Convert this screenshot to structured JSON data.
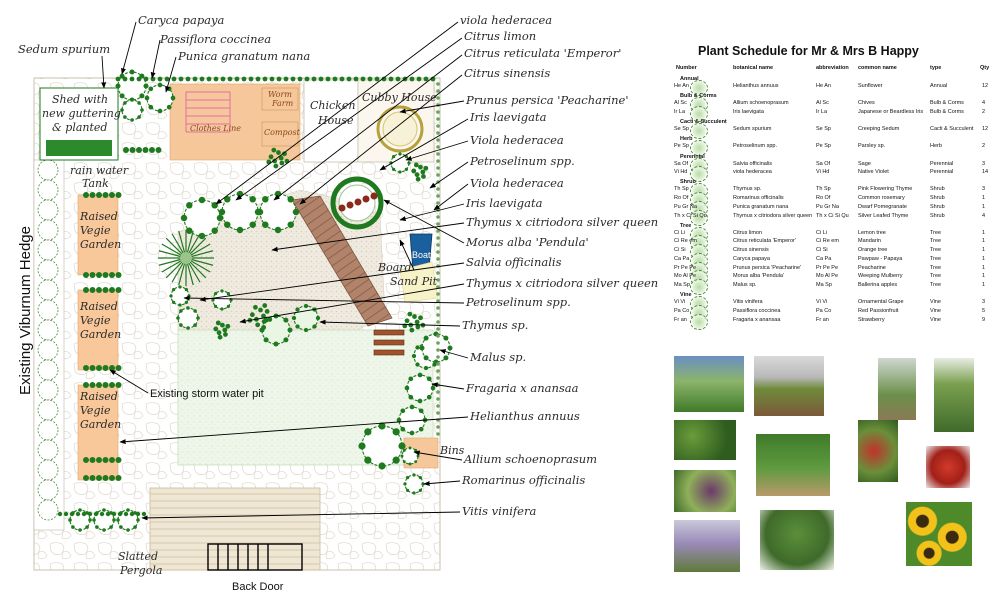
{
  "plan": {
    "labels": {
      "carica": "Caryca papaya",
      "passiflora": "Passiflora coccinea",
      "punica": "Punica granatum nana",
      "sedum": "Sedum spurium",
      "viola1": "viola hederacea",
      "citrus_limon": "Citrus limon",
      "citrus_ret": "Citrus reticulata 'Emperor'",
      "citrus_sin": "Citrus sinensis",
      "prunus": "Prunus persica 'Peacharine'",
      "iris1": "Iris laevigata",
      "viola2": "Viola hederacea",
      "petro1": "Petroselinum spp.",
      "viola3": "Viola hederacea",
      "iris2": "Iris laevigata",
      "thymus1": "Thymus x citriodora silver queen",
      "morus": "Morus alba 'Pendula'",
      "salvia": "Salvia officinalis",
      "thymus2": "Thymus x citriodora silver queen",
      "petro2": "Petroselinum spp.",
      "thymus_sp": "Thymus sp.",
      "malus": "Malus sp.",
      "fragaria": "Fragaria x anansaa",
      "helianthus": "Helianthus annuus",
      "allium": "Allium schoenoprasum",
      "rosmarinus": "Romarinus officinalis",
      "vitis": "Vitis vinifera",
      "shed": "Shed with new guttering & planted",
      "rain": "rain water Tank",
      "vegie1": "Raised Vegie Garden",
      "vegie2": "Raised Vegie Garden",
      "vegie3": "Raised Vegie Garden",
      "hedge": "Existing Viburnum Hedge",
      "storm": "Existing storm water pit",
      "chicken": "Chicken House",
      "cubby": "Cubby House",
      "worm": "Worm Farm",
      "clothes": "Clothes Line",
      "compost": "Compost",
      "boat": "Boat",
      "boardwalk": "Board Sand Pit",
      "bins": "Bins",
      "pergola": "Slatted Pergola",
      "backdoor": "Back Door"
    }
  },
  "schedule": {
    "title": "Plant Schedule for Mr & Mrs B Happy",
    "headers": [
      "Number",
      "botanical name",
      "abbreviation",
      "common name",
      "type",
      "Qty"
    ],
    "groups": [
      {
        "name": "Annual",
        "rows": [
          {
            "num": "He An",
            "botanical": "Helianthus annuus",
            "abbr": "He An",
            "common": "Sunflower",
            "type": "Annual",
            "qty": "12"
          }
        ]
      },
      {
        "name": "Bulb & Corms",
        "rows": [
          {
            "num": "Al Sc",
            "botanical": "Allium schoenoprasum",
            "abbr": "Al Sc",
            "common": "Chives",
            "type": "Bulb & Corms",
            "qty": "4"
          },
          {
            "num": "Ir La",
            "botanical": "Iris laevigata",
            "abbr": "Ir La",
            "common": "Japanese or Beardless Iris",
            "type": "Bulb & Corms",
            "qty": "2"
          }
        ]
      },
      {
        "name": "Cacti & Succulent",
        "rows": [
          {
            "num": "Se Sp",
            "botanical": "Sedum spurium",
            "abbr": "Se Sp",
            "common": "Creeping Sedum",
            "type": "Cacti & Succulent",
            "qty": "12"
          }
        ]
      },
      {
        "name": "Herb",
        "rows": [
          {
            "num": "Pe Sp",
            "botanical": "Petroselinum spp.",
            "abbr": "Pe Sp",
            "common": "Parsley sp.",
            "type": "Herb",
            "qty": "2"
          }
        ]
      },
      {
        "name": "Perennial",
        "rows": [
          {
            "num": "Sa Of",
            "botanical": "Salvia officinalis",
            "abbr": "Sa Of",
            "common": "Sage",
            "type": "Perennial",
            "qty": "3"
          },
          {
            "num": "Vi Hd",
            "botanical": "viola hederacea",
            "abbr": "Vi Hd",
            "common": "Native Violet",
            "type": "Perennial",
            "qty": "14"
          }
        ]
      },
      {
        "name": "Shrub",
        "rows": [
          {
            "num": "Th Sp",
            "botanical": "Thymus sp.",
            "abbr": "Th Sp",
            "common": "Pink Flowering Thyme",
            "type": "Shrub",
            "qty": "3"
          },
          {
            "num": "Ro Of",
            "botanical": "Romarinus officinalis",
            "abbr": "Ro Of",
            "common": "Common rosemary",
            "type": "Shrub",
            "qty": "1"
          },
          {
            "num": "Pu Gr Na",
            "botanical": "Punica granatum nana",
            "abbr": "Pu Gr Na",
            "common": "Dwarf Pomegranate",
            "type": "Shrub",
            "qty": "1"
          },
          {
            "num": "Th x Ci Si Qu",
            "botanical": "Thymus x citriodora silver queen",
            "abbr": "Th x Ci Si Qu",
            "common": "Silver Leafed Thyme",
            "type": "Shrub",
            "qty": "4"
          }
        ]
      },
      {
        "name": "Tree",
        "rows": [
          {
            "num": "Ci Li",
            "botanical": "Citrus limon",
            "abbr": "Ci Li",
            "common": "Lemon tree",
            "type": "Tree",
            "qty": "1"
          },
          {
            "num": "Ci Re em",
            "botanical": "Citrus reticulata 'Emperor'",
            "abbr": "Ci Re em",
            "common": "Mandarin",
            "type": "Tree",
            "qty": "1"
          },
          {
            "num": "Ci Si",
            "botanical": "Citrus sinensis",
            "abbr": "Ci Si",
            "common": "Orange tree",
            "type": "Tree",
            "qty": "1"
          },
          {
            "num": "Ca Pa",
            "botanical": "Caryca papaya",
            "abbr": "Ca Pa",
            "common": "Pawpaw - Papaya",
            "type": "Tree",
            "qty": "1"
          },
          {
            "num": "Pr Pe Pe",
            "botanical": "Prunus persica 'Peacharine'",
            "abbr": "Pr Pe Pe",
            "common": "Peacharine",
            "type": "Tree",
            "qty": "1"
          },
          {
            "num": "Mo Al Pe",
            "botanical": "Morus alba 'Pendula'",
            "abbr": "Mo Al Pe",
            "common": "Weeping Mulberry",
            "type": "Tree",
            "qty": "1"
          },
          {
            "num": "Ma Sp",
            "botanical": "Malus sp.",
            "abbr": "Ma Sp",
            "common": "Ballerina apples",
            "type": "Tree",
            "qty": "1"
          }
        ]
      },
      {
        "name": "Vine",
        "rows": [
          {
            "num": "Vi Vi",
            "botanical": "Vitis vinifera",
            "abbr": "Vi Vi",
            "common": "Ornamental Grape",
            "type": "Vine",
            "qty": "3"
          },
          {
            "num": "Pa Co",
            "botanical": "Passiflora coccinea",
            "abbr": "Pa Co",
            "common": "Red Passionfruit",
            "type": "Vine",
            "qty": "5"
          },
          {
            "num": "Fr an",
            "botanical": "Fragaria x anansaa",
            "abbr": "Fr an",
            "common": "Strawberry",
            "type": "Vine",
            "qty": "9"
          }
        ]
      }
    ]
  },
  "colors": {
    "plant_dark": "#1f7a1f",
    "plant_light": "#e9f6e4",
    "paving": "#f3eee3",
    "shed_fill": "#f5c79a",
    "vegie_fill": "#f8c89a",
    "boat": "#1a5f9e",
    "boardwalk": "#a87a5a"
  }
}
